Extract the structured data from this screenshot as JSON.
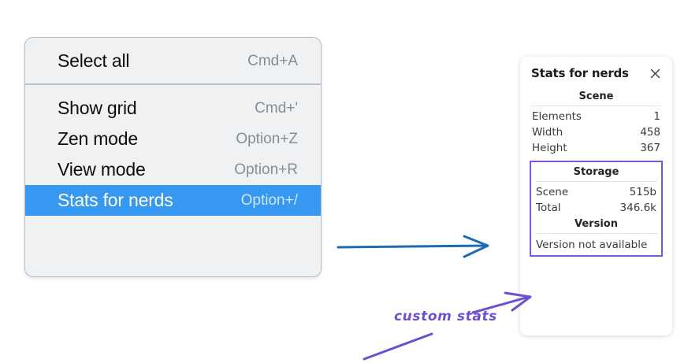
{
  "context_menu": {
    "name": "canvas-context-menu",
    "groups": [
      {
        "items": [
          {
            "label": "Select all",
            "shortcut": "Cmd+A",
            "selected": false
          }
        ]
      },
      {
        "items": [
          {
            "label": "Show grid",
            "shortcut": "Cmd+'",
            "selected": false
          },
          {
            "label": "Zen mode",
            "shortcut": "Option+Z",
            "selected": false
          },
          {
            "label": "View mode",
            "shortcut": "Option+R",
            "selected": false
          },
          {
            "label": "Stats for nerds",
            "shortcut": "Option+/",
            "selected": true
          }
        ]
      }
    ],
    "highlight_color": "#3698f0",
    "background_color": "#f0f1f3"
  },
  "stats_panel": {
    "title": "Stats for nerds",
    "close_icon": "close-icon",
    "sections": [
      {
        "heading": "Scene",
        "rows": [
          {
            "key": "Elements",
            "value": "1"
          },
          {
            "key": "Width",
            "value": "458"
          },
          {
            "key": "Height",
            "value": "367"
          }
        ]
      },
      {
        "heading": "Storage",
        "rows": [
          {
            "key": "Scene",
            "value": "515b"
          },
          {
            "key": "Total",
            "value": "346.6k"
          }
        ]
      },
      {
        "heading": "Version",
        "note": "Version not available"
      }
    ],
    "highlight_border_color": "#7c56d9"
  },
  "annotations": {
    "blue_arrow_color": "#1f6ab0",
    "purple_color": "#6d4fd0",
    "custom_stats_label": "custom stats"
  }
}
